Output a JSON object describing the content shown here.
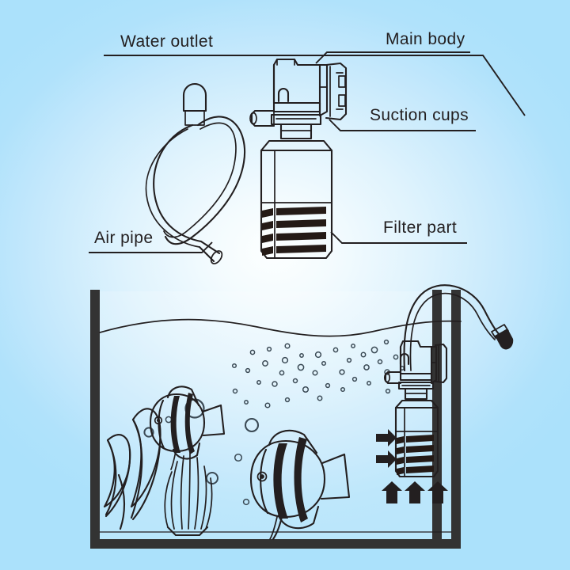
{
  "diagram": {
    "title": "Aquarium internal filter parts diagram",
    "background_color": "#abe1fb",
    "center_highlight_color": "#fdffff",
    "line_color": "#231f20",
    "tank_frame_color": "#333333"
  },
  "labels": {
    "water_outlet": "Water outlet",
    "main_body": "Main body",
    "suction_cups": "Suction cups",
    "filter_part": "Filter part",
    "air_pipe": "Air pipe"
  },
  "exploded_view": {
    "components": [
      {
        "name": "water-outlet",
        "label": "Water outlet"
      },
      {
        "name": "main-body",
        "label": "Main body"
      },
      {
        "name": "suction-cups",
        "label": "Suction cups"
      },
      {
        "name": "filter-part",
        "label": "Filter part"
      },
      {
        "name": "air-pipe",
        "label": "Air pipe"
      }
    ],
    "filter_slot_count": 4,
    "air_pipe_shape": "looped tube with rounded cap"
  },
  "tank_scene": {
    "water_surface": "wavy line",
    "fish_count": 2,
    "plant_count": 2,
    "bubble_count": 46,
    "flow_arrows": {
      "intake_arrows_right": 2,
      "outflow_arrows_up": 3
    },
    "filter_slot_count": 4,
    "mounted_on": "right tank wall"
  }
}
